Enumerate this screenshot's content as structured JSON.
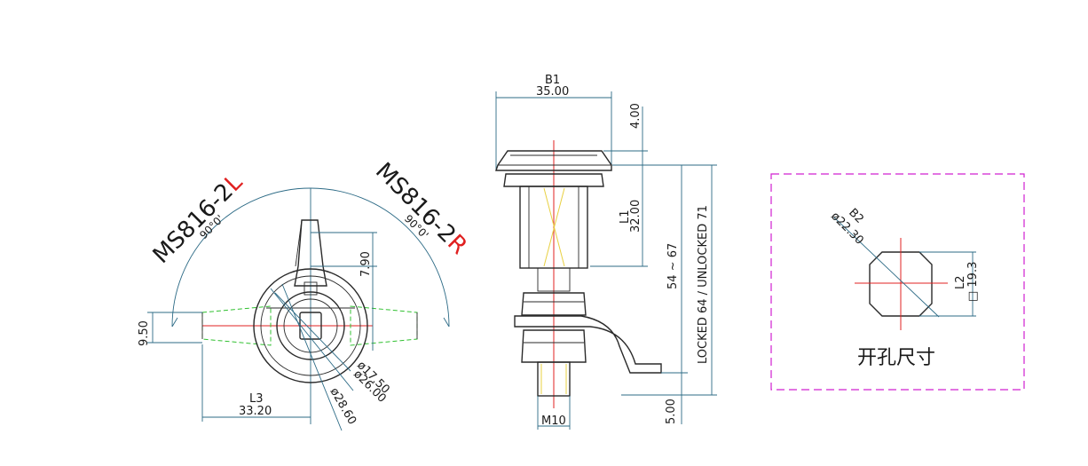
{
  "front_view": {
    "label_left": {
      "model": "MS816-2",
      "suffix": "L"
    },
    "label_right": {
      "model": "MS816-2",
      "suffix": "R"
    },
    "angle_left": "90°0'",
    "angle_right": "90°0'",
    "dim_h_left": "9.50",
    "dim_h_right": "7.90",
    "dia_1": "ø17.50",
    "dia_2": "ø26.00",
    "dia_3": "ø28.60",
    "l3_name": "L3",
    "l3_value": "33.20"
  },
  "side_view": {
    "b1_name": "B1",
    "b1_value": "35.00",
    "top_thickness": "4.00",
    "l1_name": "L1",
    "l1_value": "32.00",
    "range": "54 ~ 67",
    "locked": "LOCKED 64 / UNLOCKED 71",
    "bottom": "5.00",
    "thread": "M10"
  },
  "cutout": {
    "b2_name": "B2",
    "b2_value": "ø22.30",
    "l2_name": "L2",
    "l2_value": "□ 19.3",
    "title": "开孔尺寸"
  },
  "colors": {
    "dimension": "#2d6b86",
    "outline": "#2a2a2a",
    "centerline": "#e02020",
    "alt_position": "#30c030",
    "cutout_frame": "#d020d0",
    "suffix": "#e02020"
  }
}
